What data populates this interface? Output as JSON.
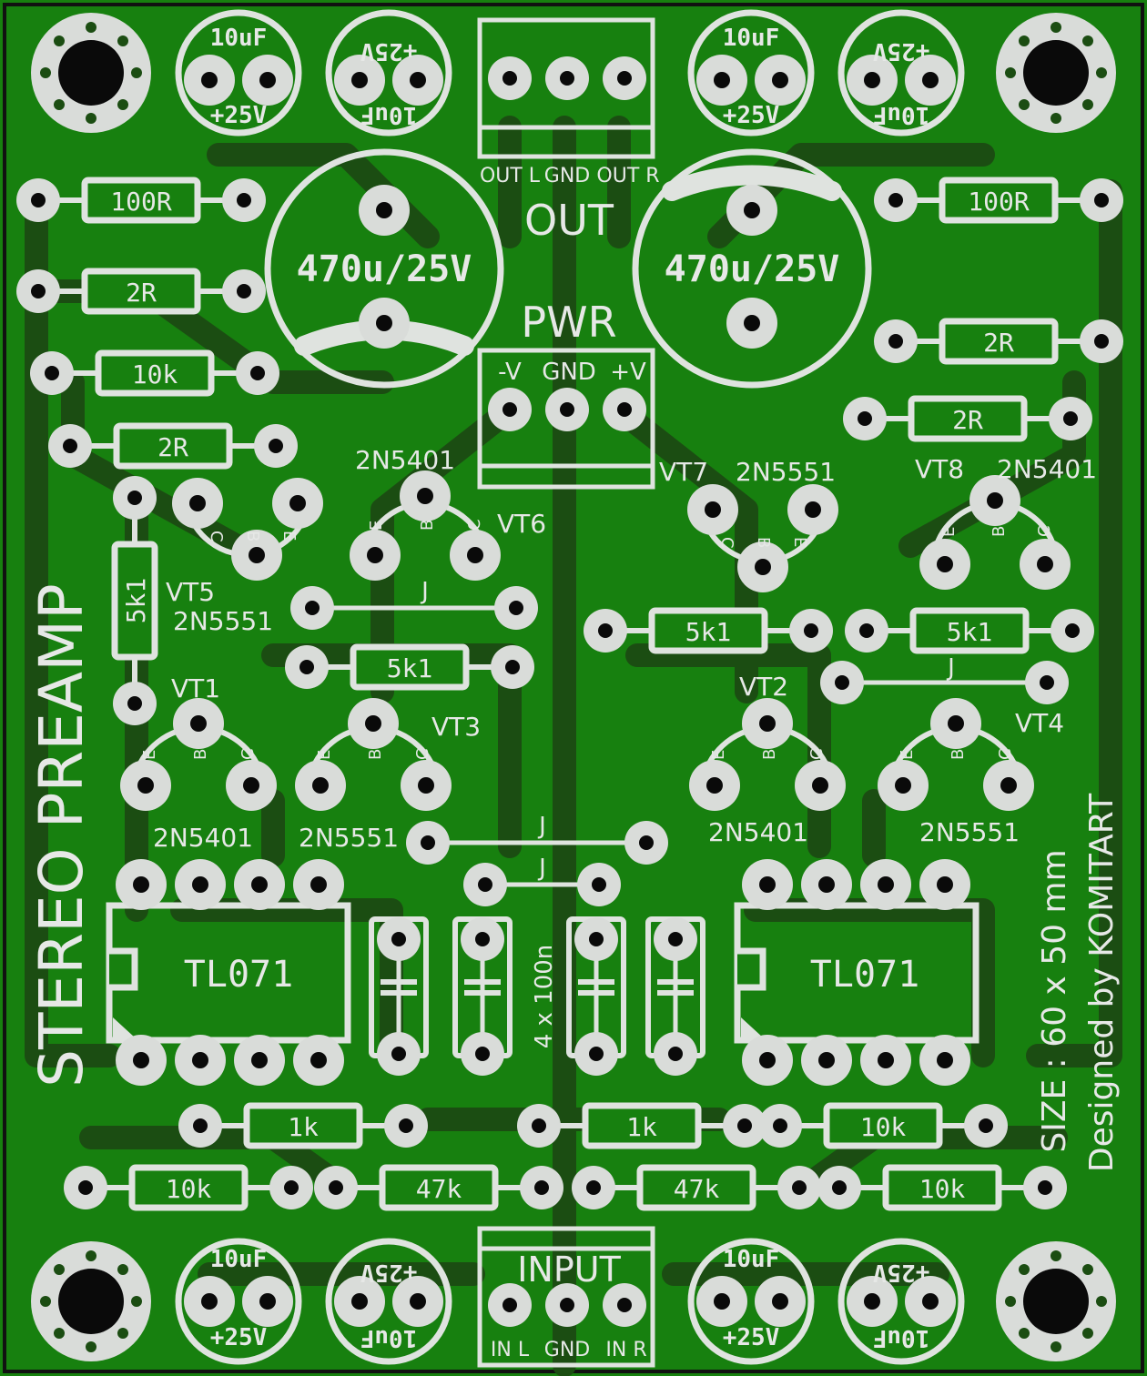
{
  "board": {
    "title": "STEREO PREAMP",
    "size_text": "SIZE : 60 x 50 mm",
    "designer_text": "Designed by KOMITART",
    "colors": {
      "board": "#17800f",
      "copper": "#1b4d12",
      "silk": "#dfe3df",
      "pad": "#d9dcd9"
    }
  },
  "connectors": {
    "out": {
      "label": "OUT",
      "pins": [
        "OUT L",
        "GND",
        "OUT R"
      ]
    },
    "pwr": {
      "label": "PWR",
      "pins": [
        "-V",
        "GND",
        "+V"
      ]
    },
    "input": {
      "label": "INPUT",
      "pins": [
        "IN L",
        "GND",
        "IN R"
      ]
    }
  },
  "capacitors": {
    "big_cap_label": "470u/25V",
    "small_cap_value": "10uF",
    "small_cap_voltage": "+25V",
    "small_cap_voltage_mirrored": "+25V",
    "small_cap_value_mirrored": "10uF",
    "decoupling_label": "4 x 100n"
  },
  "resistors": {
    "r100": "100R",
    "r2": "2R",
    "r10k": "10k",
    "r5k1": "5k1",
    "r1k": "1k",
    "r47k": "47k"
  },
  "transistors": {
    "vt1": {
      "name": "VT1",
      "part": "2N5401"
    },
    "vt2": {
      "name": "VT2",
      "part": "2N5401"
    },
    "vt3": {
      "name": "VT3",
      "part": "2N5551"
    },
    "vt4": {
      "name": "VT4",
      "part": "2N5551"
    },
    "vt5": {
      "name": "VT5",
      "part": "2N5551"
    },
    "vt6": {
      "name": "VT6",
      "part": "2N5401"
    },
    "vt7": {
      "name": "VT7",
      "part": "2N5551"
    },
    "vt8": {
      "name": "VT8",
      "part": "2N5401"
    },
    "pin_e": "E",
    "pin_b": "B",
    "pin_c": "C"
  },
  "ics": {
    "left": "TL071",
    "right": "TL071"
  },
  "jumper_label": "J"
}
